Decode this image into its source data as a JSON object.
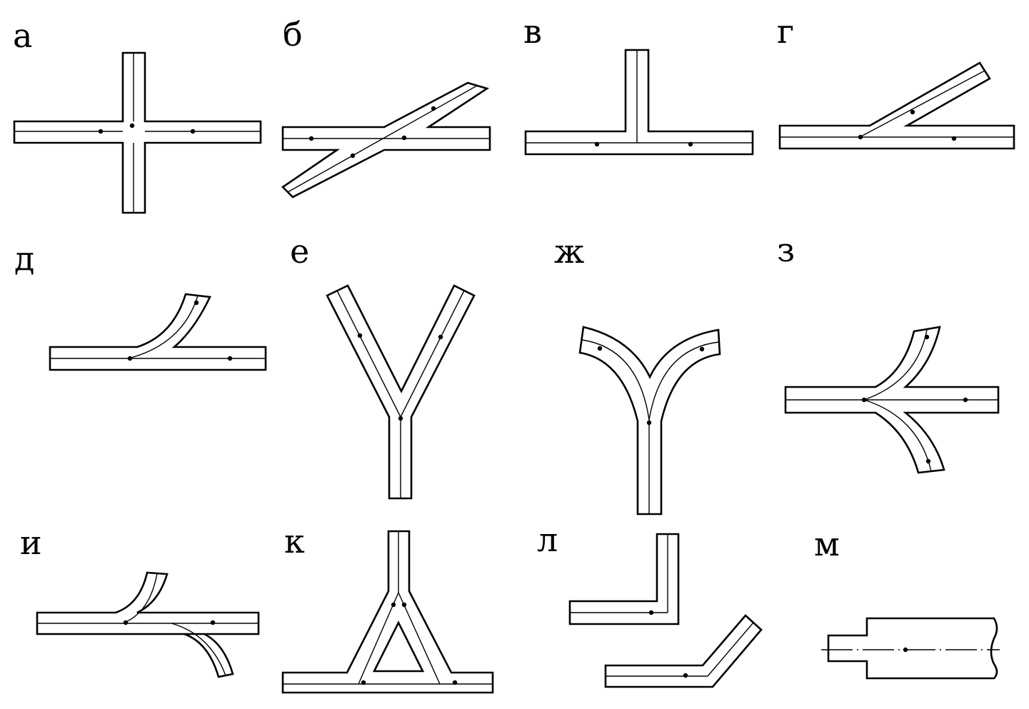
{
  "figure": {
    "panels": [
      {
        "id": "a",
        "label": "а"
      },
      {
        "id": "b",
        "label": "б"
      },
      {
        "id": "v",
        "label": "в"
      },
      {
        "id": "g",
        "label": "г"
      },
      {
        "id": "d",
        "label": "д"
      },
      {
        "id": "e",
        "label": "е"
      },
      {
        "id": "zh",
        "label": "ж"
      },
      {
        "id": "z",
        "label": "з"
      },
      {
        "id": "i",
        "label": "и"
      },
      {
        "id": "k",
        "label": "к"
      },
      {
        "id": "l",
        "label": "л"
      },
      {
        "id": "m",
        "label": "м"
      }
    ],
    "colors": {
      "stroke": "#000000",
      "background": "#ffffff"
    }
  }
}
